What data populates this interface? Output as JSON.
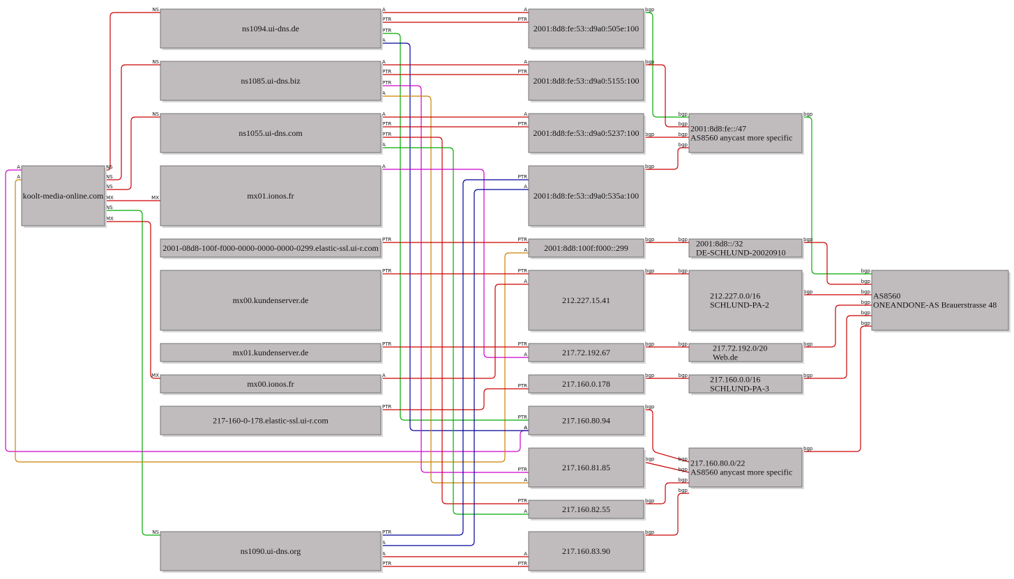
{
  "colors": {
    "red": "#cc0000",
    "green": "#00aa00",
    "blue": "#000099",
    "magenta": "#cc00cc",
    "orange": "#cc8000"
  },
  "nodes": {
    "domain": "koolt-media-online.com",
    "ns1094": "ns1094.ui-dns.de",
    "ns1085": "ns1085.ui-dns.biz",
    "ns1055": "ns1055.ui-dns.com",
    "mx01_ionos": "mx01.ionos.fr",
    "elastic299": "2001-08d8-100f-f000-0000-0000-0000-0299.elastic-ssl.ui-r.com",
    "mx00_kunden": "mx00.kundenserver.de",
    "mx01_kunden": "mx01.kundenserver.de",
    "mx00_ionos": "mx00.ionos.fr",
    "elastic178": "217-160-0-178.elastic-ssl.ui-r.com",
    "ns1090": "ns1090.ui-dns.org",
    "ip6_505e": "2001:8d8:fe:53::d9a0:505e:100",
    "ip6_5155": "2001:8d8:fe:53::d9a0:5155:100",
    "ip6_5237": "2001:8d8:fe:53::d9a0:5237:100",
    "ip6_535a": "2001:8d8:fe:53::d9a0:535a:100",
    "ip6_299": "2001:8d8:100f:f000::299",
    "ip_212": "212.227.15.41",
    "ip_192": "217.72.192.67",
    "ip_0178": "217.160.0.178",
    "ip_8094": "217.160.80.94",
    "ip_8185": "217.160.81.85",
    "ip_8255": "217.160.82.55",
    "ip_8390": "217.160.83.90",
    "pfx_fe47": [
      "2001:8d8:fe::/47",
      "AS8560 anycast more specific"
    ],
    "pfx_32": [
      "2001:8d8::/32",
      "DE-SCHLUND-20020910"
    ],
    "pfx_212": [
      "212.227.0.0/16",
      "SCHLUND-PA-2"
    ],
    "pfx_72": [
      "217.72.192.0/20",
      "Web.de"
    ],
    "pfx_160": [
      "217.160.0.0/16",
      "SCHLUND-PA-3"
    ],
    "pfx_80": [
      "217.160.80.0/22",
      "AS8560 anycast more specific"
    ],
    "as8560": [
      "AS8560",
      "ONEANDONE-AS Brauerstrasse 48"
    ]
  },
  "edges": [
    {
      "from": "domain",
      "fromPort": "NS",
      "to": "ns1094",
      "toPort": "NS",
      "color": "red"
    },
    {
      "from": "domain",
      "fromPort": "NS",
      "to": "ns1085",
      "toPort": "NS",
      "color": "red"
    },
    {
      "from": "domain",
      "fromPort": "NS",
      "to": "ns1055",
      "toPort": "NS",
      "color": "red"
    },
    {
      "from": "domain",
      "fromPort": "MX",
      "to": "mx01_ionos",
      "toPort": "MX",
      "color": "red"
    },
    {
      "from": "domain",
      "fromPort": "NS",
      "to": "ns1090",
      "toPort": "NS",
      "color": "green"
    },
    {
      "from": "domain",
      "fromPort": "MX",
      "to": "mx00_ionos",
      "toPort": "MX",
      "color": "red"
    },
    {
      "from": "domain",
      "fromPort": "A",
      "to": "ip_8094",
      "toPort": "A",
      "color": "magenta"
    },
    {
      "from": "domain",
      "fromPort": "A",
      "to": "ip_0178",
      "toPort": "A",
      "color": "orange"
    },
    {
      "from": "ns1094",
      "fromPort": "A",
      "to": "ip6_505e",
      "toPort": "A",
      "color": "red"
    },
    {
      "from": "ns1094",
      "fromPort": "PTR",
      "to": "ip6_505e",
      "toPort": "PTR",
      "color": "red"
    },
    {
      "from": "ns1094",
      "fromPort": "PTR",
      "to": "ip_8094",
      "toPort": "PTR",
      "color": "green"
    },
    {
      "from": "ns1094",
      "fromPort": "A",
      "to": "ip_8094",
      "toPort": "A",
      "color": "blue"
    },
    {
      "from": "ns1085",
      "fromPort": "A",
      "to": "ip6_5155",
      "toPort": "A",
      "color": "red"
    },
    {
      "from": "ns1085",
      "fromPort": "PTR",
      "to": "ip6_5155",
      "toPort": "PTR",
      "color": "red"
    },
    {
      "from": "ns1085",
      "fromPort": "PTR",
      "to": "ip_8185",
      "toPort": "PTR",
      "color": "magenta"
    },
    {
      "from": "ns1085",
      "fromPort": "A",
      "to": "ip_8185",
      "toPort": "A",
      "color": "orange"
    },
    {
      "from": "ns1055",
      "fromPort": "A",
      "to": "ip6_5237",
      "toPort": "A",
      "color": "red"
    },
    {
      "from": "ns1055",
      "fromPort": "PTR",
      "to": "ip6_5237",
      "toPort": "PTR",
      "color": "red"
    },
    {
      "from": "ns1055",
      "fromPort": "PTR",
      "to": "ip_8255",
      "toPort": "PTR",
      "color": "red"
    },
    {
      "from": "ns1055",
      "fromPort": "A",
      "to": "ip_8255",
      "toPort": "A",
      "color": "green"
    },
    {
      "from": "mx01_ionos",
      "fromPort": "A",
      "to": "ip_192",
      "toPort": "A",
      "color": "magenta"
    },
    {
      "from": "elastic299",
      "fromPort": "PTR",
      "to": "ip6_299",
      "toPort": "PTR",
      "color": "red"
    },
    {
      "from": "mx00_kunden",
      "fromPort": "PTR",
      "to": "ip_212",
      "toPort": "PTR",
      "color": "red"
    },
    {
      "from": "mx01_kunden",
      "fromPort": "PTR",
      "to": "ip_192",
      "toPort": "PTR",
      "color": "red"
    },
    {
      "from": "mx00_ionos",
      "fromPort": "A",
      "to": "ip_212",
      "toPort": "A",
      "color": "red"
    },
    {
      "from": "elastic178",
      "fromPort": "PTR",
      "to": "ip_0178",
      "toPort": "PTR",
      "color": "red"
    },
    {
      "from": "ns1090",
      "fromPort": "PTR",
      "to": "ip6_535a",
      "toPort": "PTR",
      "color": "blue"
    },
    {
      "from": "ns1090",
      "fromPort": "A",
      "to": "ip6_535a",
      "toPort": "A",
      "color": "blue"
    },
    {
      "from": "ns1090",
      "fromPort": "A",
      "to": "ip_8390",
      "toPort": "A",
      "color": "red"
    },
    {
      "from": "ns1090",
      "fromPort": "PTR",
      "to": "ip_8390",
      "toPort": "PTR",
      "color": "red"
    },
    {
      "from": "ip6_505e",
      "fromPort": "bgp",
      "to": "pfx_fe47",
      "toPort": "bgp",
      "color": "green"
    },
    {
      "from": "ip6_5155",
      "fromPort": "bgp",
      "to": "pfx_fe47",
      "toPort": "bgp",
      "color": "red"
    },
    {
      "from": "ip6_5237",
      "fromPort": "bgp",
      "to": "pfx_fe47",
      "toPort": "bgp",
      "color": "red"
    },
    {
      "from": "ip6_535a",
      "fromPort": "bgp",
      "to": "pfx_fe47",
      "toPort": "bgp",
      "color": "red"
    },
    {
      "from": "ip6_299",
      "fromPort": "bgp",
      "to": "pfx_32",
      "toPort": "bgp",
      "color": "red"
    },
    {
      "from": "ip_212",
      "fromPort": "bgp",
      "to": "pfx_212",
      "toPort": "bgp",
      "color": "red"
    },
    {
      "from": "ip_192",
      "fromPort": "bgp",
      "to": "pfx_72",
      "toPort": "bgp",
      "color": "red"
    },
    {
      "from": "ip_0178",
      "fromPort": "bgp",
      "to": "pfx_160",
      "toPort": "bgp",
      "color": "red"
    },
    {
      "from": "ip_8094",
      "fromPort": "bgp",
      "to": "pfx_80",
      "toPort": "bgp",
      "color": "red"
    },
    {
      "from": "ip_8185",
      "fromPort": "bgp",
      "to": "pfx_80",
      "toPort": "bgp",
      "color": "red"
    },
    {
      "from": "ip_8255",
      "fromPort": "bgp",
      "to": "pfx_80",
      "toPort": "bgp",
      "color": "red"
    },
    {
      "from": "ip_8390",
      "fromPort": "bgp",
      "to": "pfx_80",
      "toPort": "bgp",
      "color": "red"
    },
    {
      "from": "pfx_fe47",
      "fromPort": "bgp",
      "to": "as8560",
      "toPort": "bgp",
      "color": "green"
    },
    {
      "from": "pfx_32",
      "fromPort": "bgp",
      "to": "as8560",
      "toPort": "bgp",
      "color": "red"
    },
    {
      "from": "pfx_212",
      "fromPort": "bgp",
      "to": "as8560",
      "toPort": "bgp",
      "color": "red"
    },
    {
      "from": "pfx_72",
      "fromPort": "bgp",
      "to": "as8560",
      "toPort": "bgp",
      "color": "red"
    },
    {
      "from": "pfx_160",
      "fromPort": "bgp",
      "to": "as8560",
      "toPort": "bgp",
      "color": "red"
    },
    {
      "from": "pfx_80",
      "fromPort": "bgp",
      "to": "as8560",
      "toPort": "bgp",
      "color": "red"
    }
  ]
}
